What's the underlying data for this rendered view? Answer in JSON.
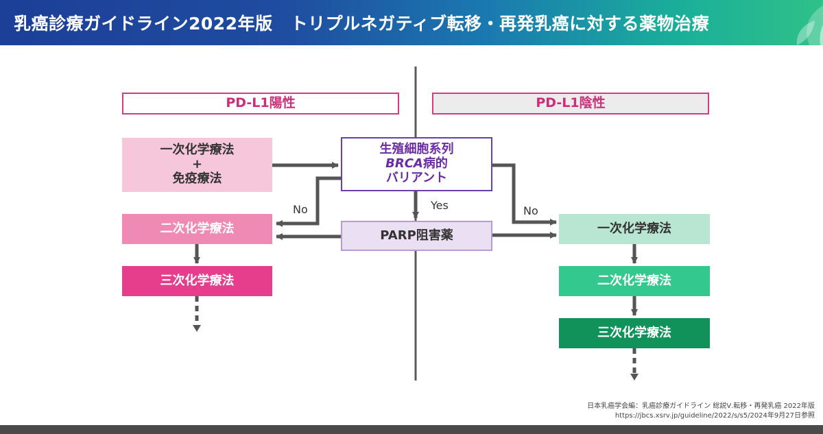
{
  "header": {
    "title_left": "乳癌診療ガイドライン2022年版",
    "title_right": "トリプルネガティブ転移・再発乳癌に対する薬物治療"
  },
  "categories": {
    "positive": "PD-L1陽性",
    "negative": "PD-L1陰性"
  },
  "left_flow": {
    "first_line_top": "一次化学療法",
    "first_line_plus": "+",
    "first_line_bottom": "免疫療法",
    "second_line": "二次化学療法",
    "third_line": "三次化学療法"
  },
  "center": {
    "brca_line1": "生殖細胞系列",
    "brca_italic": "BRCA",
    "brca_suffix": "病的",
    "brca_line3": "バリアント",
    "parp": "PARP阻害薬"
  },
  "right_flow": {
    "first_line": "一次化学療法",
    "second_line": "二次化学療法",
    "third_line": "三次化学療法"
  },
  "labels": {
    "no_left": "No",
    "yes": "Yes",
    "no_right": "No"
  },
  "citation": {
    "line1": "日本乳癌学会編：乳癌診療ガイドライン 総説Ⅴ.転移・再発乳癌 2022年版",
    "line2": "https://jbcs.xsrv.jp/guideline/2022/s/s5/2024年9月27日参照"
  },
  "colors": {
    "header_start": "#1c3f97",
    "header_end": "#2fc187",
    "pink_light": "#f6c6da",
    "pink_mid": "#ef8ab4",
    "pink_dark": "#e63d8c",
    "purple": "#6a3fa8",
    "lavender": "#eadff3",
    "green_light": "#b9e6d2",
    "green_mid": "#33c98e",
    "green_dark": "#11925a",
    "arrow": "#555555"
  }
}
